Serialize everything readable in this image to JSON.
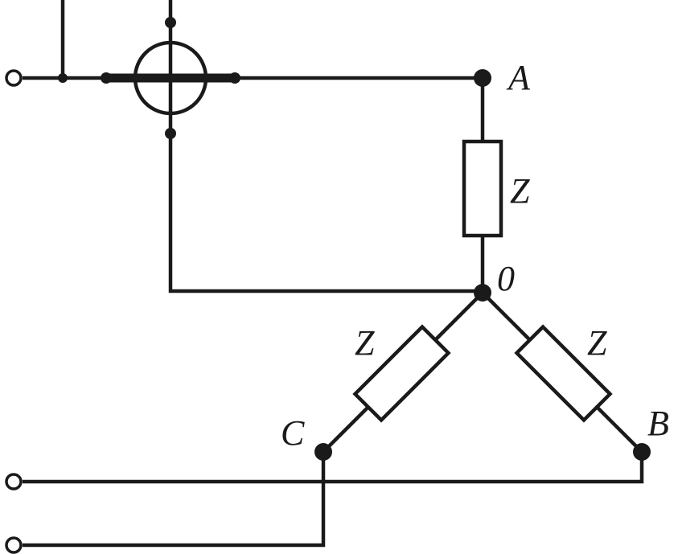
{
  "diagram": {
    "node_labels": {
      "a": "A",
      "b": "B",
      "c": "C",
      "neutral": "0"
    },
    "impedance_labels": {
      "a": "Z",
      "b": "Z",
      "c": "Z"
    }
  }
}
